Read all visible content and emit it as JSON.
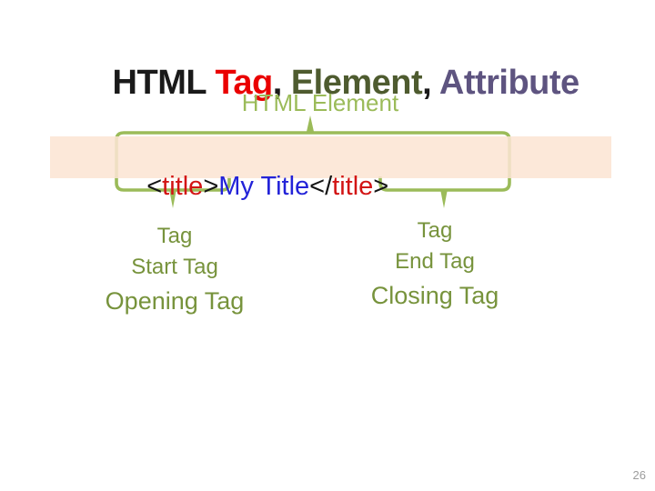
{
  "slide": {
    "title": {
      "segments": [
        {
          "text": "HTML ",
          "color": "#1a1a1a"
        },
        {
          "text": "Tag",
          "color": "#ea0000"
        },
        {
          "text": ", ",
          "color": "#1a1a1a"
        },
        {
          "text": "Element",
          "color": "#4e5b2f"
        },
        {
          "text": ", ",
          "color": "#1a1a1a"
        },
        {
          "text": "Attribute",
          "color": "#5e5480"
        }
      ]
    },
    "element_label": {
      "text": "HTML Element",
      "color": "#9bbb59"
    },
    "code": {
      "segments": [
        {
          "text": "<",
          "color": "#141414"
        },
        {
          "text": "title",
          "color": "#d21414"
        },
        {
          "text": ">",
          "color": "#141414"
        },
        {
          "text": "My Title",
          "color": "#2323d8"
        },
        {
          "text": "</",
          "color": "#141414"
        },
        {
          "text": "title",
          "color": "#d21414"
        },
        {
          "text": ">",
          "color": "#141414"
        }
      ]
    },
    "start_tag_label": {
      "lines": [
        "Tag",
        "Start Tag",
        "Opening Tag"
      ],
      "color": "#77933c"
    },
    "end_tag_label": {
      "lines": [
        "Tag",
        "End Tag",
        "Closing Tag"
      ],
      "color": "#77933c"
    },
    "page_number": "26",
    "colors": {
      "bracket": "#9bbb59",
      "code_box_bg": "#fce5d3",
      "page_number": "#9c9c9c",
      "background": "#ffffff"
    }
  }
}
